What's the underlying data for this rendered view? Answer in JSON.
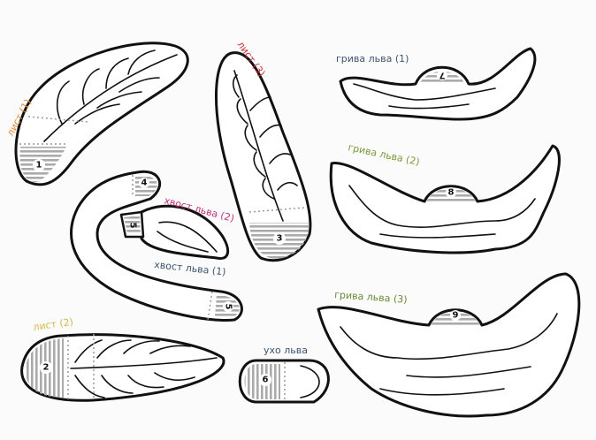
{
  "pieces": {
    "leaf1": {
      "label": "лист (1)",
      "number": "1",
      "color": "#e8893a"
    },
    "leaf2": {
      "label": "лист (2)",
      "number": "2",
      "color": "#d4b84a"
    },
    "leaf3": {
      "label": "лист (3)",
      "number": "3",
      "color": "#c9303a"
    },
    "tail1": {
      "label": "хвост льва (1)",
      "number": "4",
      "number2": "5",
      "color": "#3d5570"
    },
    "tail2": {
      "label": "хвост льва (2)",
      "number": "5",
      "color": "#c3307a"
    },
    "ear": {
      "label": "ухо льва",
      "number": "6",
      "color": "#3d5570"
    },
    "mane1": {
      "label": "грива льва (1)",
      "number": "7",
      "color": "#3d5570"
    },
    "mane2": {
      "label": "грива льва (2)",
      "number": "8",
      "color": "#7a9a3a"
    },
    "mane3": {
      "label": "грива льва (3)",
      "number": "9",
      "color": "#6a8a3a"
    }
  }
}
